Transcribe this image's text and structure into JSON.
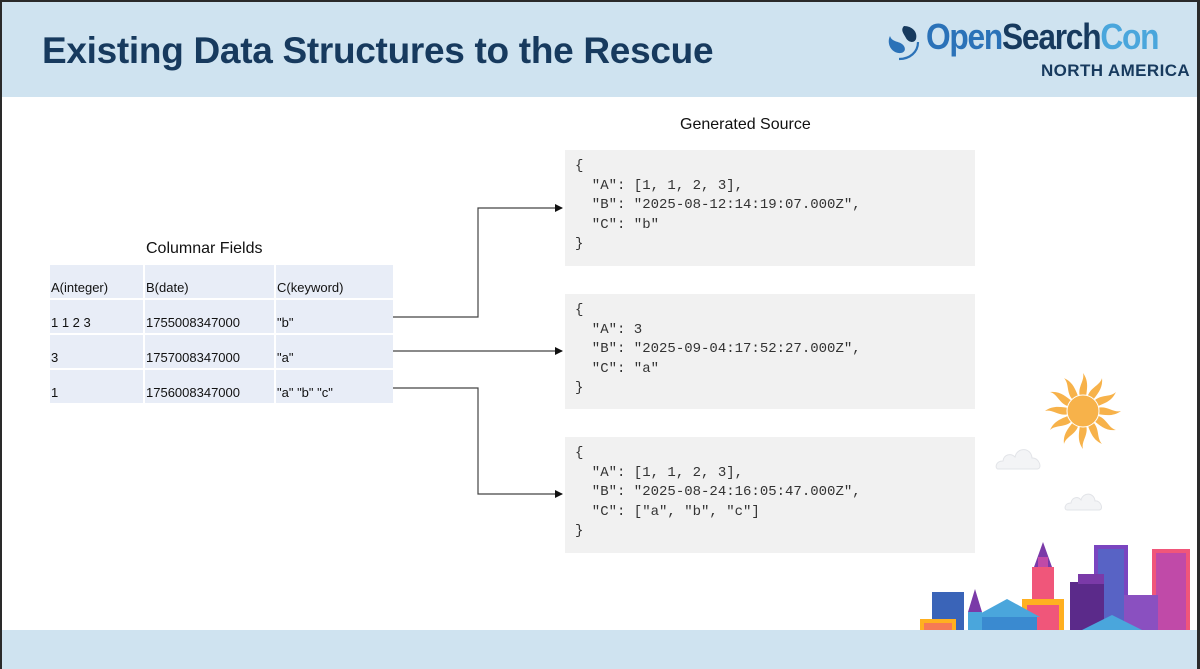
{
  "slide": {
    "title": "Existing Data Structures to the Rescue",
    "logo": {
      "word_open": "Open",
      "word_search": "Search",
      "word_con": "Con",
      "subtitle": "NORTH AMERICA",
      "icon": "opensearch-logo-icon"
    },
    "colors": {
      "header_bg": "#cfe3f0",
      "title": "#173a5e",
      "table_cell": "#e8edf7",
      "code_bg": "#f1f1f1"
    }
  },
  "columnar": {
    "label": "Columnar Fields",
    "headers": [
      "A(integer)",
      "B(date)",
      "C(keyword)"
    ],
    "rows": [
      [
        "1 1 2 3",
        "1755008347000",
        "\"b\""
      ],
      [
        "3",
        "1757008347000",
        "\"a\""
      ],
      [
        "1",
        "1756008347000",
        "\"a\" \"b\" \"c\""
      ]
    ]
  },
  "generated": {
    "label": "Generated Source",
    "docs": [
      {
        "lines": [
          "{",
          "  \"A\": [1, 1, 2, 3],",
          "  \"B\": \"2025-08-12:14:19:07.000Z\",",
          "  \"C\": \"b\"",
          "}"
        ]
      },
      {
        "lines": [
          "{",
          "  \"A\": 3",
          "  \"B\": \"2025-09-04:17:52:27.000Z\",",
          "  \"C\": \"a\"",
          "}"
        ]
      },
      {
        "lines": [
          "{",
          "  \"A\": [1, 1, 2, 3],",
          "  \"B\": \"2025-08-24:16:05:47.000Z\",",
          "  \"C\": [\"a\", \"b\", \"c\"]",
          "}"
        ]
      }
    ]
  },
  "decorations": [
    "sun-icon",
    "cloud-icon",
    "cloud-icon",
    "city-skyline-illustration"
  ]
}
